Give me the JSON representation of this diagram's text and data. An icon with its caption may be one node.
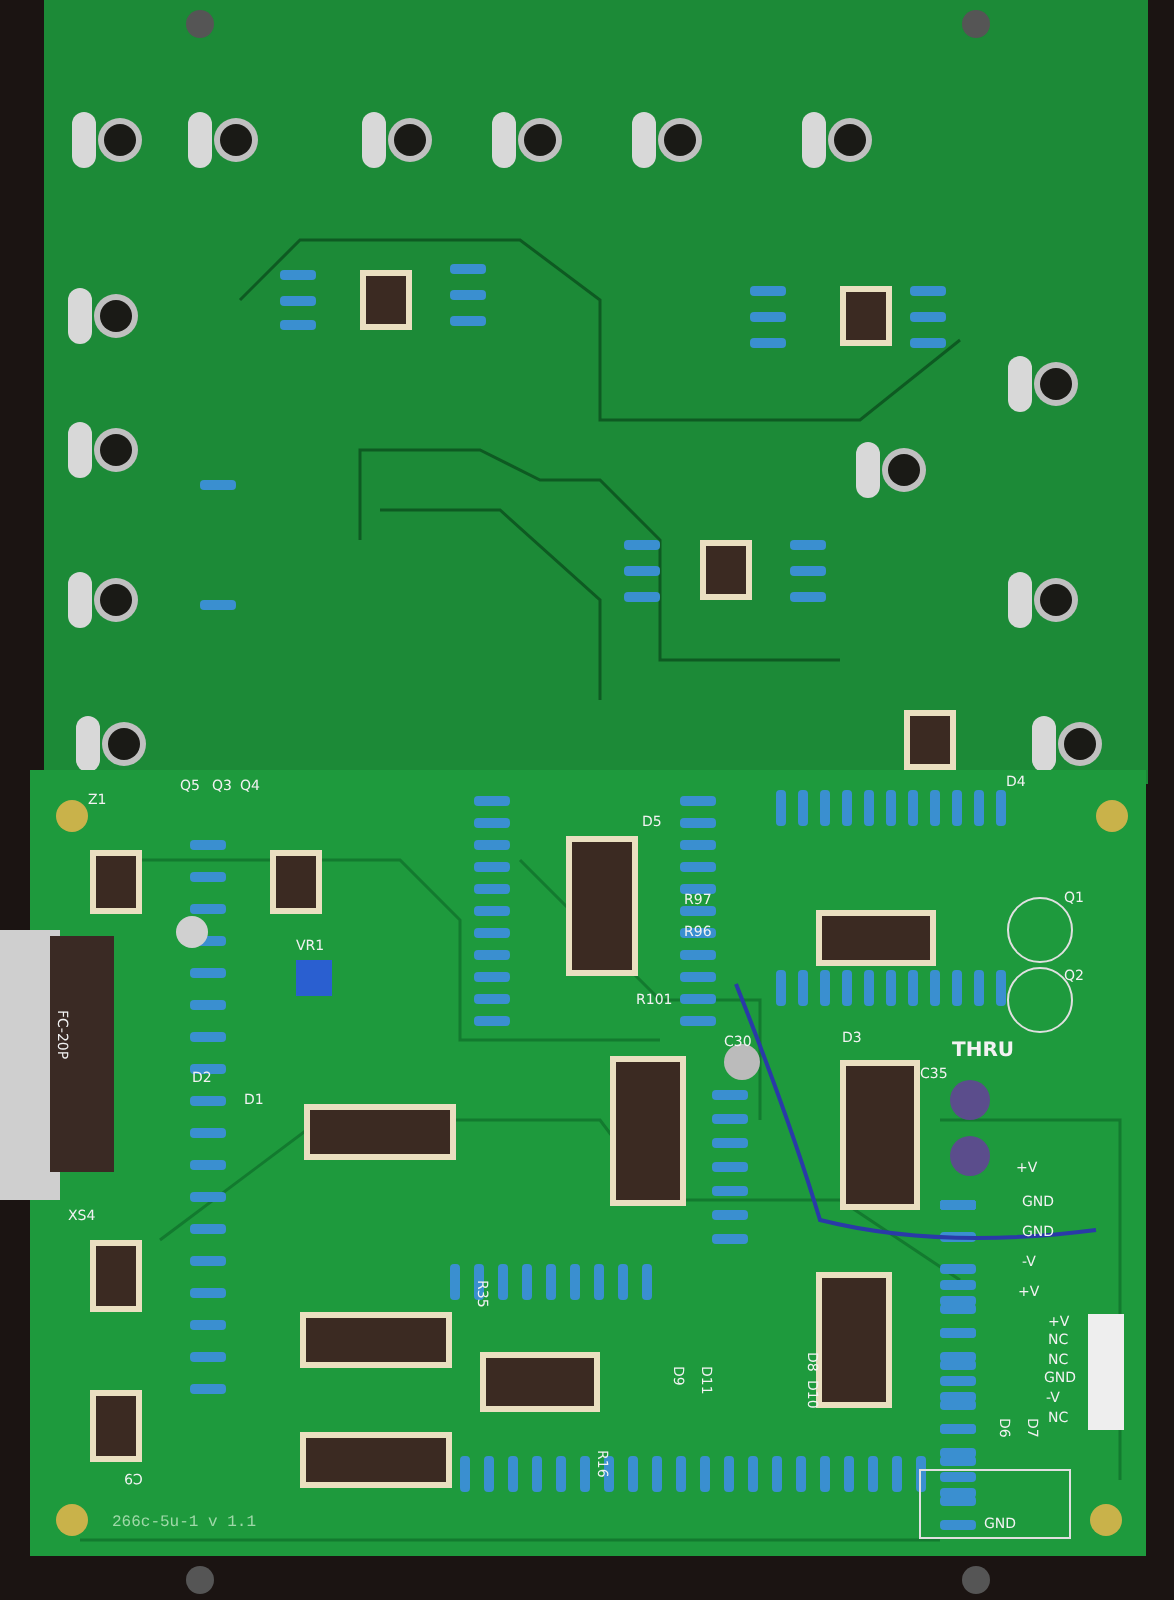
{
  "diagram": {
    "labels": [
      "Z1",
      "Q5",
      "Q3",
      "Q4",
      "D5",
      "D4",
      "R97",
      "R96",
      "VR1",
      "Q1",
      "Q2",
      "R101",
      "FC-20P",
      "D2",
      "C30",
      "D3",
      "THRU",
      "C35",
      "D1",
      "+V",
      "GND",
      "GND",
      "XS4",
      "-V",
      "+V",
      "R35",
      "+V",
      "NC",
      "NC",
      "GND",
      "-V",
      "NC",
      "D9",
      "D11",
      "D8",
      "D10",
      "D6",
      "D7",
      "R16",
      "C9",
      "266c-5u-1 v 1.1",
      "GND"
    ]
  }
}
